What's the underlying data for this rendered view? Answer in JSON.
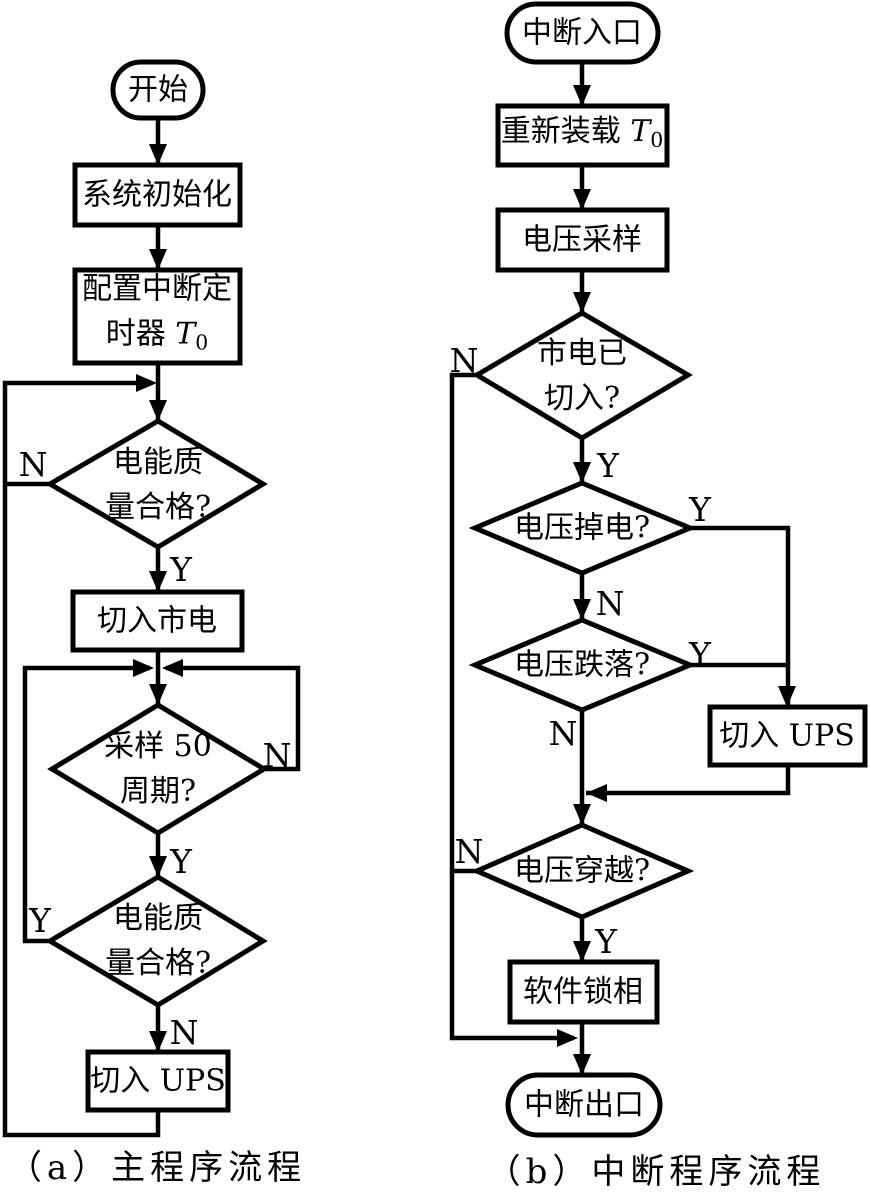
{
  "chart_a": {
    "caption": "（a）主程序流程",
    "start": "开始",
    "init": "系统初始化",
    "config": {
      "line1": "配置中断定",
      "line2": "时器 ",
      "t": "T",
      "t_sub": "0"
    },
    "q1": {
      "line1": "电能质",
      "line2": "量合格?"
    },
    "q1_n": "N",
    "q1_y": "Y",
    "mains": "切入市电",
    "sample": {
      "line1": "采样 50",
      "line2": "周期?"
    },
    "sample_n": "N",
    "sample_y": "Y",
    "q2": {
      "line1": "电能质",
      "line2": "量合格?"
    },
    "q2_y": "Y",
    "q2_n": "N",
    "ups": "切入 UPS"
  },
  "chart_b": {
    "caption": "（b）中断程序流程",
    "entry": "中断入口",
    "reload": {
      "text": "重新装载 ",
      "t": "T",
      "t_sub": "0"
    },
    "sampling": "电压采样",
    "mains_in": {
      "line1": "市电已",
      "line2": "切入?"
    },
    "mains_in_n": "N",
    "mains_in_y": "Y",
    "power_off": "电压掉电?",
    "power_off_y": "Y",
    "power_off_n": "N",
    "sag": "电压跌落?",
    "sag_y": "Y",
    "sag_n": "N",
    "ups": "切入 UPS",
    "crossing": "电压穿越?",
    "crossing_n": "N",
    "crossing_y": "Y",
    "pll": "软件锁相",
    "exit": "中断出口"
  },
  "colors": {
    "line": "#000000",
    "background": "#ffffff"
  }
}
